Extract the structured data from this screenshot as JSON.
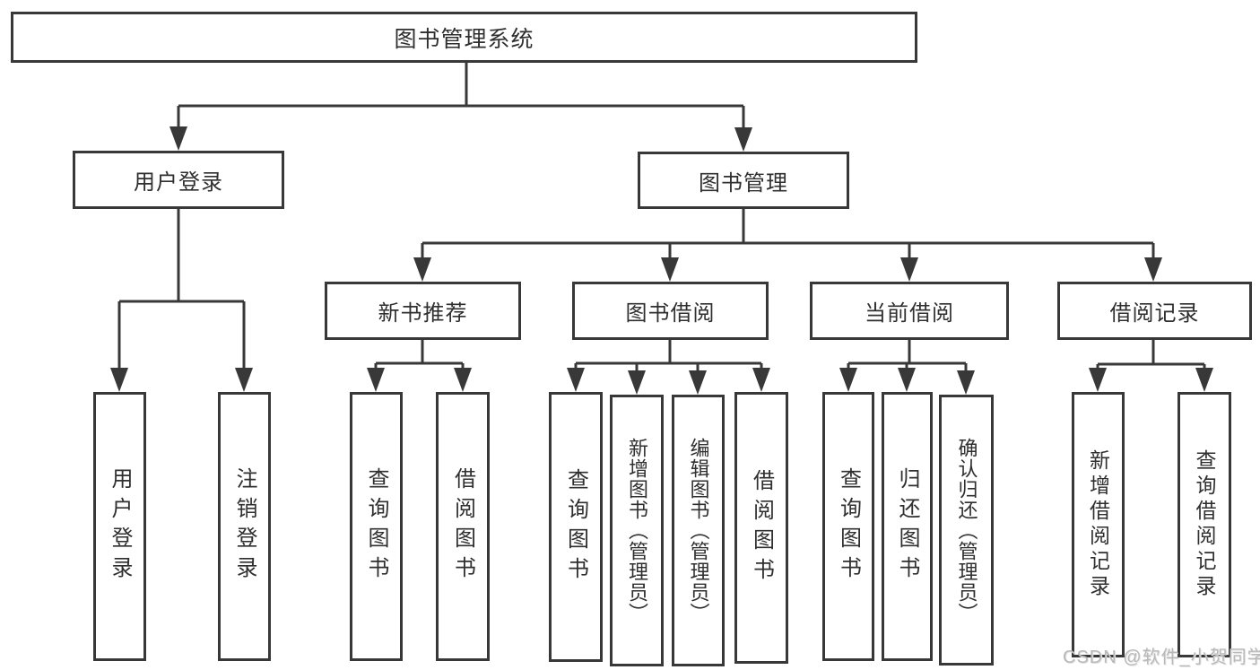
{
  "diagram": {
    "title": "图书管理系统",
    "level2": {
      "user_login": "用户登录",
      "book_management": "图书管理"
    },
    "level3": {
      "new_book_recommend": "新书推荐",
      "book_borrowing": "图书借阅",
      "current_borrowing": "当前借阅",
      "borrowing_records": "借阅记录"
    },
    "leaves": {
      "user_login": [
        "用户登录",
        "注销登录"
      ],
      "new_book_recommend": [
        "查询图书",
        "借阅图书"
      ],
      "book_borrowing": [
        "查询图书",
        "新增图书（管理员）",
        "编辑图书（管理员）",
        "借阅图书"
      ],
      "current_borrowing": [
        "查询图书",
        "归还图书",
        "确认归还（管理员）"
      ],
      "borrowing_records": [
        "新增借阅记录",
        "查询借阅记录"
      ]
    }
  },
  "watermark": "CSDN @软件_小贺同学",
  "colors": {
    "line": "#383838",
    "text": "#2f2f2f",
    "background": "#ffffff",
    "watermark": "#b8b8b8"
  }
}
